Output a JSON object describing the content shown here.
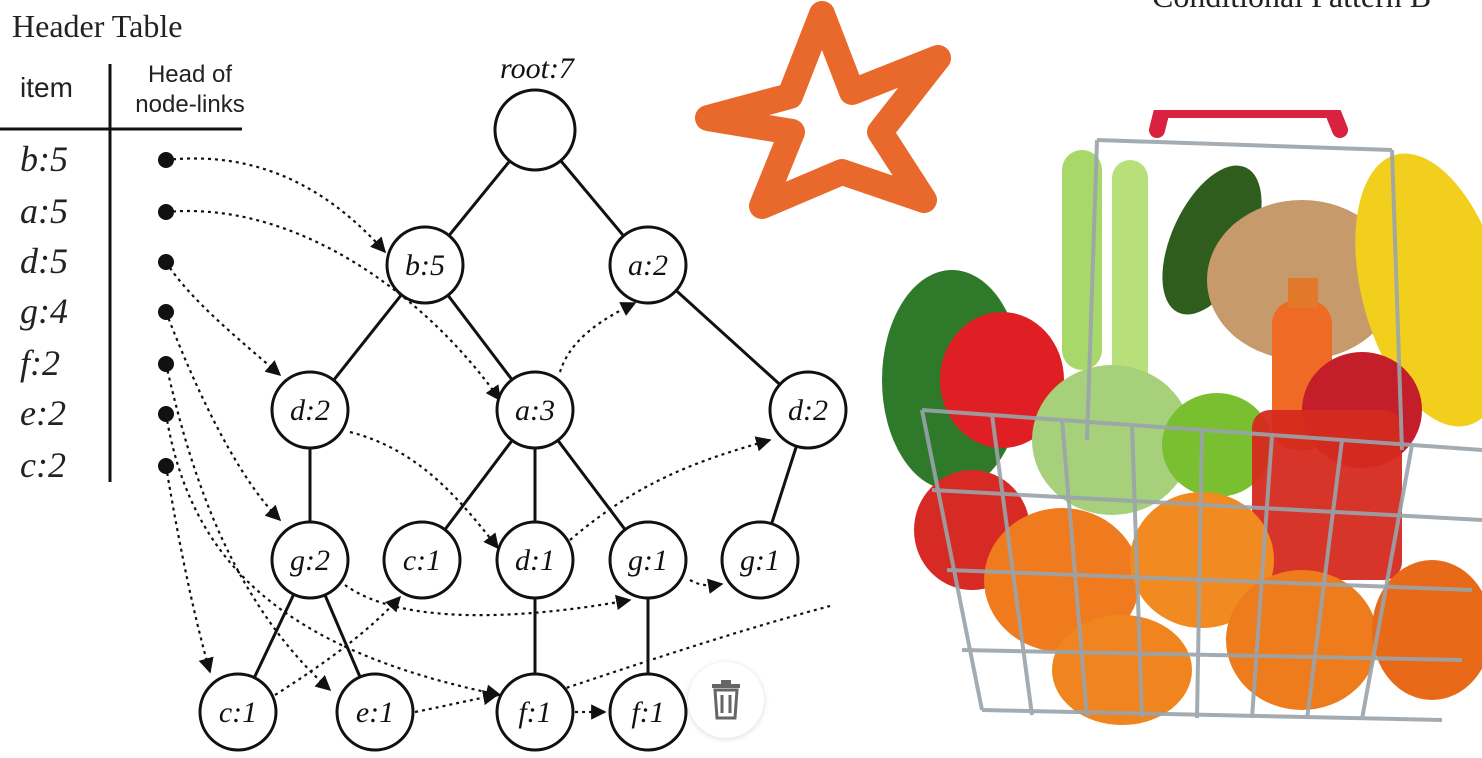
{
  "header_table": {
    "title": "Header Table",
    "col_item": "item",
    "col_head": "Head of node-links",
    "items": [
      {
        "name": "b",
        "count": "5"
      },
      {
        "name": "a",
        "count": "5"
      },
      {
        "name": "d",
        "count": "5"
      },
      {
        "name": "g",
        "count": "4"
      },
      {
        "name": "f",
        "count": "2"
      },
      {
        "name": "e",
        "count": "2"
      },
      {
        "name": "c",
        "count": "2"
      }
    ]
  },
  "caption_partial": "Conditional Pattern B",
  "tree": {
    "root": "root:7",
    "nodes": [
      "b:5",
      "a:2",
      "d:2",
      "a:3",
      "d:2",
      "g:2",
      "c:1",
      "d:1",
      "g:1",
      "g:1",
      "c:1",
      "e:1",
      "f:1",
      "f:1"
    ]
  },
  "colors": {
    "star": "#e8692b",
    "basket_handle": "#d8223f"
  },
  "icons": {
    "star": "star-logo",
    "delete": "trash-icon"
  }
}
